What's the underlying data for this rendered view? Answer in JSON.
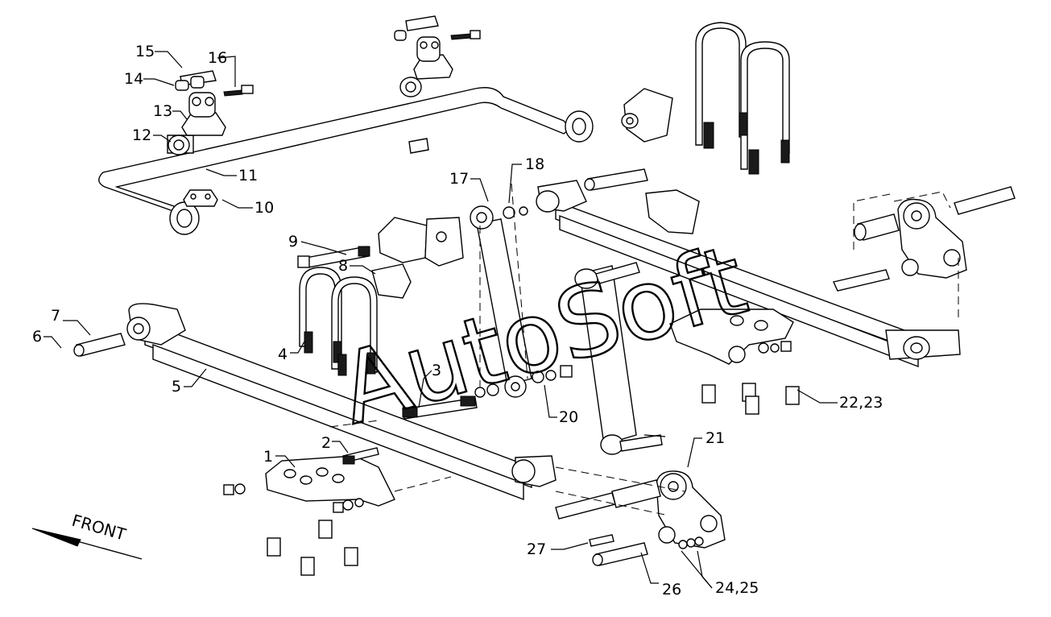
{
  "diagram": {
    "watermark": "AutoSoft",
    "front_label": "FRONT",
    "callouts": {
      "c1": "1",
      "c2": "2",
      "c3": "3",
      "c4": "4",
      "c5": "5",
      "c6": "6",
      "c7": "7",
      "c8": "8",
      "c9": "9",
      "c10": "10",
      "c11": "11",
      "c12": "12",
      "c13": "13",
      "c14": "14",
      "c15": "15",
      "c16": "16",
      "c17": "17",
      "c18": "18",
      "c20": "20",
      "c21": "21",
      "c2223": "22,23",
      "c2425": "24,25",
      "c26": "26",
      "c27": "27"
    }
  }
}
